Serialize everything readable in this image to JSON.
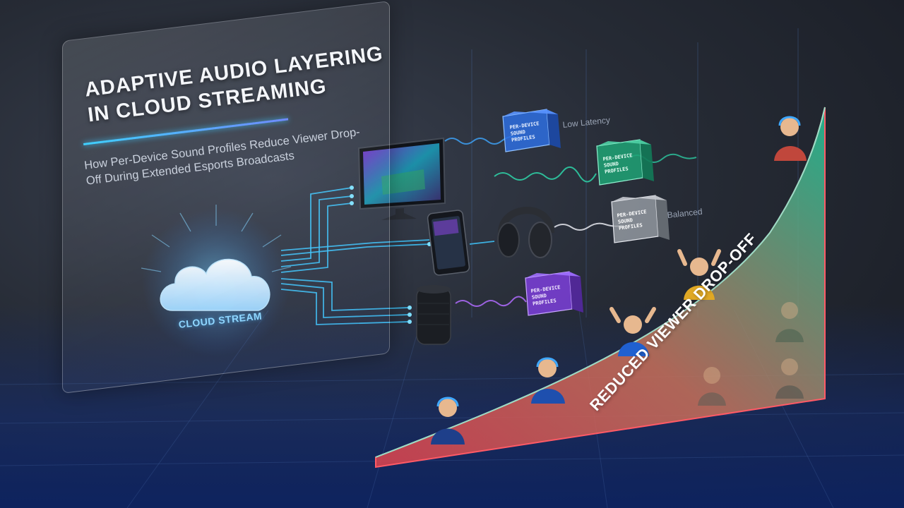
{
  "header": {
    "title": "Adaptive Audio Layering in Cloud Streaming",
    "subtitle": "How Per-Device Sound Profiles Reduce Viewer Drop-Off During Extended Esports Broadcasts"
  },
  "source": {
    "label": "CLOUD STREAM"
  },
  "devices": [
    {
      "name": "monitor",
      "icon": "monitor-icon"
    },
    {
      "name": "smartphone",
      "icon": "smartphone-icon"
    },
    {
      "name": "headphones",
      "icon": "headphones-icon"
    },
    {
      "name": "smart-speaker",
      "icon": "speaker-icon"
    }
  ],
  "profiles": [
    {
      "label": "PER-DEVICE SOUND PROFILES",
      "tag": "Low Latency",
      "color": "#2e6fe0"
    },
    {
      "label": "PER-DEVICE SOUND PROFILES",
      "tag": "",
      "color": "#1fa376"
    },
    {
      "label": "PER-DEVICE SOUND PROFILES",
      "tag": "Balanced",
      "color": "#9aa0a8"
    },
    {
      "label": "PER-DEVICE SOUND PROFILES",
      "tag": "",
      "color": "#7a3fd6"
    }
  ],
  "curve": {
    "label": "REDUCED VIEWER DROP-OFF",
    "colors": {
      "start": "#e0434e",
      "end": "#23c59a"
    }
  },
  "colors": {
    "accent": "#3fc8ff",
    "background": "#262b35"
  }
}
